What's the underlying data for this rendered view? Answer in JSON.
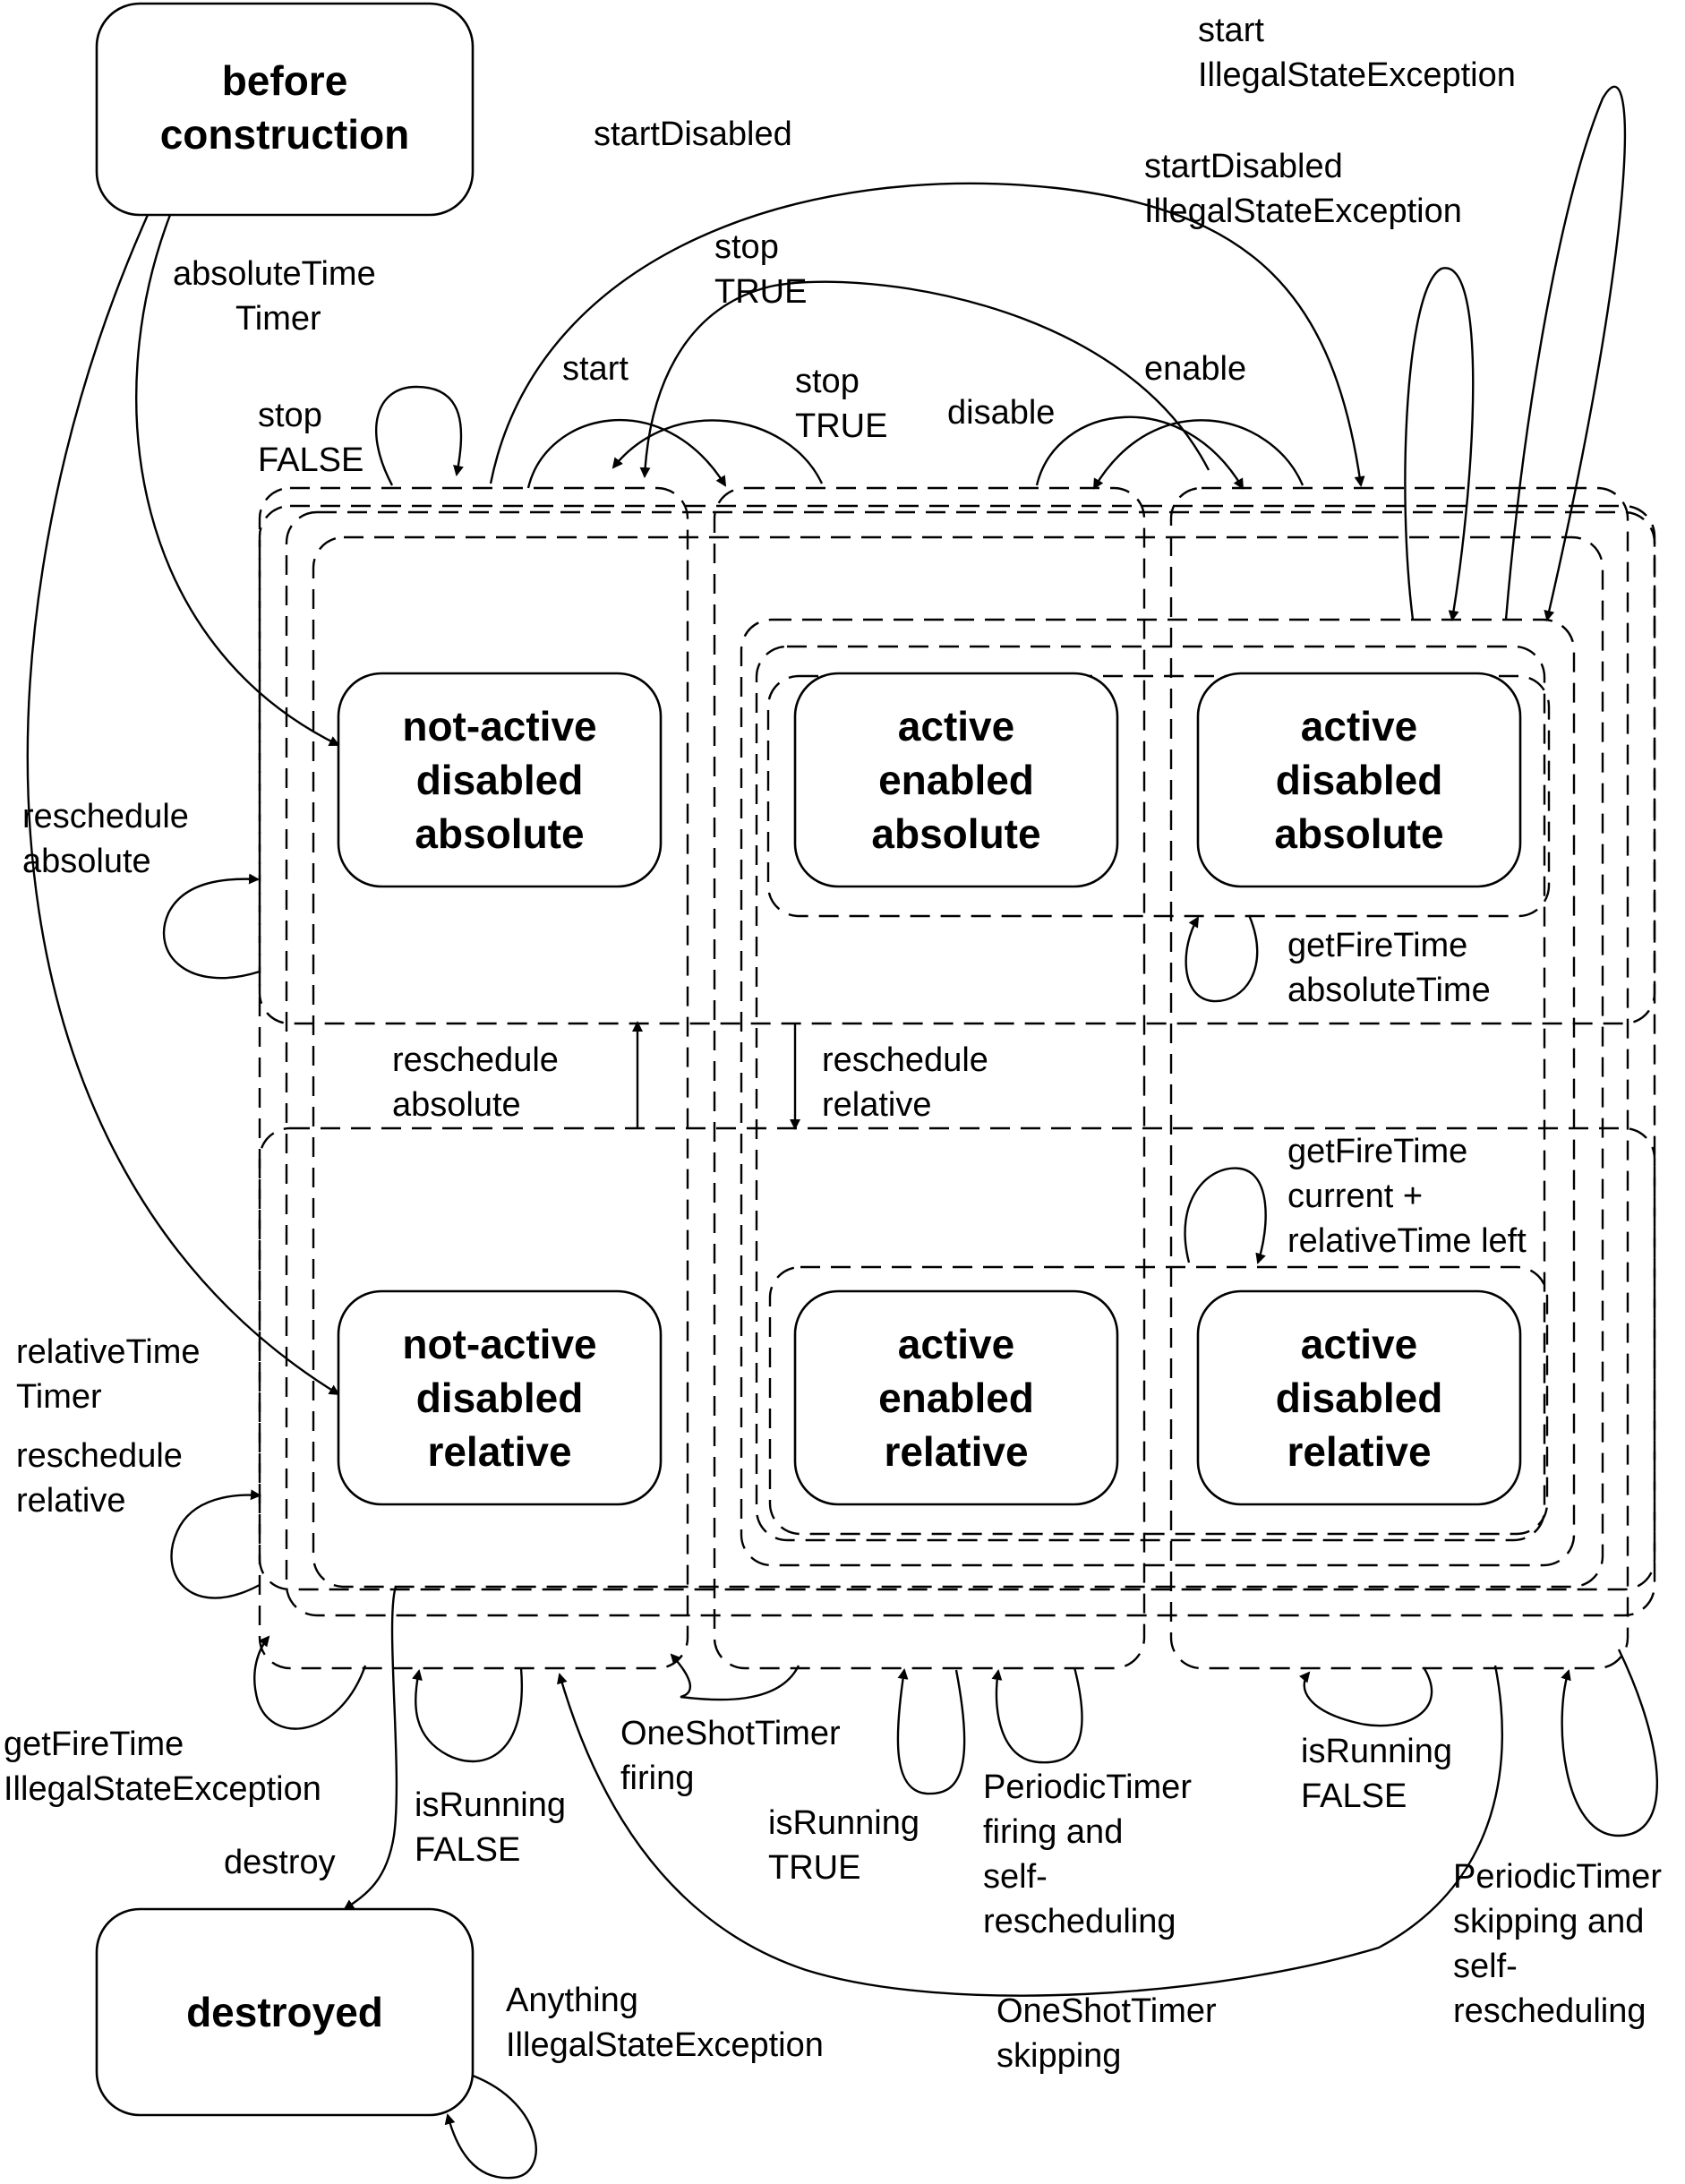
{
  "states": {
    "before_construction": [
      "before",
      "construction"
    ],
    "na_dis_abs": [
      "not-active",
      "disabled",
      "absolute"
    ],
    "act_en_abs": [
      "active",
      "enabled",
      "absolute"
    ],
    "act_dis_abs": [
      "active",
      "disabled",
      "absolute"
    ],
    "na_dis_rel": [
      "not-active",
      "disabled",
      "relative"
    ],
    "act_en_rel": [
      "active",
      "enabled",
      "relative"
    ],
    "act_dis_rel": [
      "active",
      "disabled",
      "relative"
    ],
    "destroyed": [
      "destroyed"
    ]
  },
  "labels": {
    "start_ise": [
      "start",
      "IllegalStateException"
    ],
    "start_disabled": [
      "startDisabled"
    ],
    "start_disabled_ise": [
      "startDisabled",
      "IllegalStateException"
    ],
    "absolute_timer": [
      "absoluteTime",
      "Timer"
    ],
    "stop_true_top": [
      "stop",
      "TRUE"
    ],
    "start": [
      "start"
    ],
    "stop_true": [
      "stop",
      "TRUE"
    ],
    "disable": [
      "disable"
    ],
    "enable": [
      "enable"
    ],
    "stop_false": [
      "stop",
      "FALSE"
    ],
    "reschedule_absolute_left": [
      "reschedule",
      "absolute"
    ],
    "getfiretime_abs": [
      "getFireTime",
      "absoluteTime"
    ],
    "reschedule_absolute_mid": [
      "reschedule",
      "absolute"
    ],
    "reschedule_relative_mid": [
      "reschedule",
      "relative"
    ],
    "getfiretime_rel": [
      "getFireTime",
      "current +",
      "relativeTime left"
    ],
    "relative_timer": [
      "relativeTime",
      "Timer"
    ],
    "reschedule_relative_left": [
      "reschedule",
      "relative"
    ],
    "getfiretime_ise": [
      "getFireTime",
      "IllegalStateException"
    ],
    "oneshot_firing": [
      "OneShotTimer",
      "firing"
    ],
    "isrunning_false_left": [
      "isRunning",
      "FALSE"
    ],
    "isrunning_true": [
      "isRunning",
      "TRUE"
    ],
    "periodic_firing": [
      "PeriodicTimer",
      "firing and",
      "self-",
      "rescheduling"
    ],
    "isrunning_false_right": [
      "isRunning",
      "FALSE"
    ],
    "destroy": [
      "destroy"
    ],
    "periodic_skipping": [
      "PeriodicTimer",
      "skipping and",
      "self-",
      "rescheduling"
    ],
    "anything_ise": [
      "Anything",
      "IllegalStateException"
    ],
    "oneshot_skipping": [
      "OneShotTimer",
      "skipping"
    ]
  }
}
